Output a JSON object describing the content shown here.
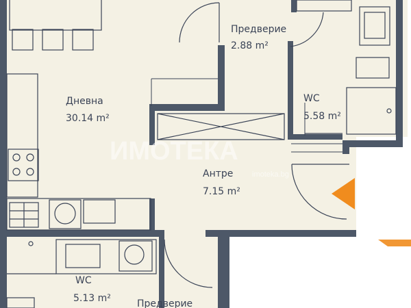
{
  "rooms": {
    "predverie_top": {
      "name": "Предверие",
      "area": "2.88 m²"
    },
    "dnevna": {
      "name": "Дневна",
      "area": "30.14 m²"
    },
    "wc_right": {
      "name": "WC",
      "area": "5.58 m²"
    },
    "antre": {
      "name": "Антре",
      "area": "7.15 m²"
    },
    "wc_bottom": {
      "name": "WC",
      "area": "5.13 m²"
    },
    "predverie_bottom": {
      "name": "Предверие"
    }
  },
  "watermark": {
    "brand": "ИМОТЕКА",
    "url": "imoteka.bg"
  },
  "colors": {
    "floor": "#f4f1e4",
    "wall": "#4d5868",
    "line": "#3a4356",
    "arrow": "#f08c1e"
  }
}
